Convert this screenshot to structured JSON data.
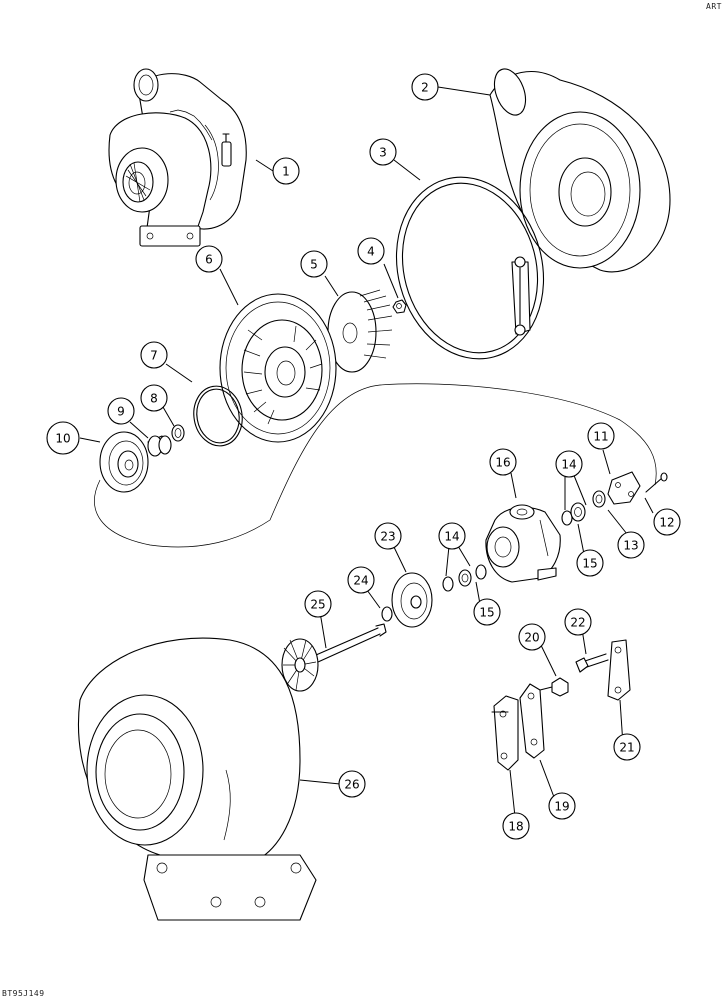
{
  "header": {
    "art_label": "ART"
  },
  "footer": {
    "figure_id": "BT95J149"
  },
  "callouts": [
    {
      "id": "1",
      "label": "1"
    },
    {
      "id": "2",
      "label": "2"
    },
    {
      "id": "3",
      "label": "3"
    },
    {
      "id": "4",
      "label": "4"
    },
    {
      "id": "5",
      "label": "5"
    },
    {
      "id": "6",
      "label": "6"
    },
    {
      "id": "7",
      "label": "7"
    },
    {
      "id": "8",
      "label": "8"
    },
    {
      "id": "9",
      "label": "9"
    },
    {
      "id": "10",
      "label": "10"
    },
    {
      "id": "11",
      "label": "11"
    },
    {
      "id": "12",
      "label": "12"
    },
    {
      "id": "13",
      "label": "13"
    },
    {
      "id": "14a",
      "label": "14"
    },
    {
      "id": "14b",
      "label": "14"
    },
    {
      "id": "15a",
      "label": "15"
    },
    {
      "id": "15b",
      "label": "15"
    },
    {
      "id": "16",
      "label": "16"
    },
    {
      "id": "18",
      "label": "18"
    },
    {
      "id": "19",
      "label": "19"
    },
    {
      "id": "20",
      "label": "20"
    },
    {
      "id": "21",
      "label": "21"
    },
    {
      "id": "22",
      "label": "22"
    },
    {
      "id": "23",
      "label": "23"
    },
    {
      "id": "24",
      "label": "24"
    },
    {
      "id": "25",
      "label": "25"
    },
    {
      "id": "26",
      "label": "26"
    }
  ]
}
